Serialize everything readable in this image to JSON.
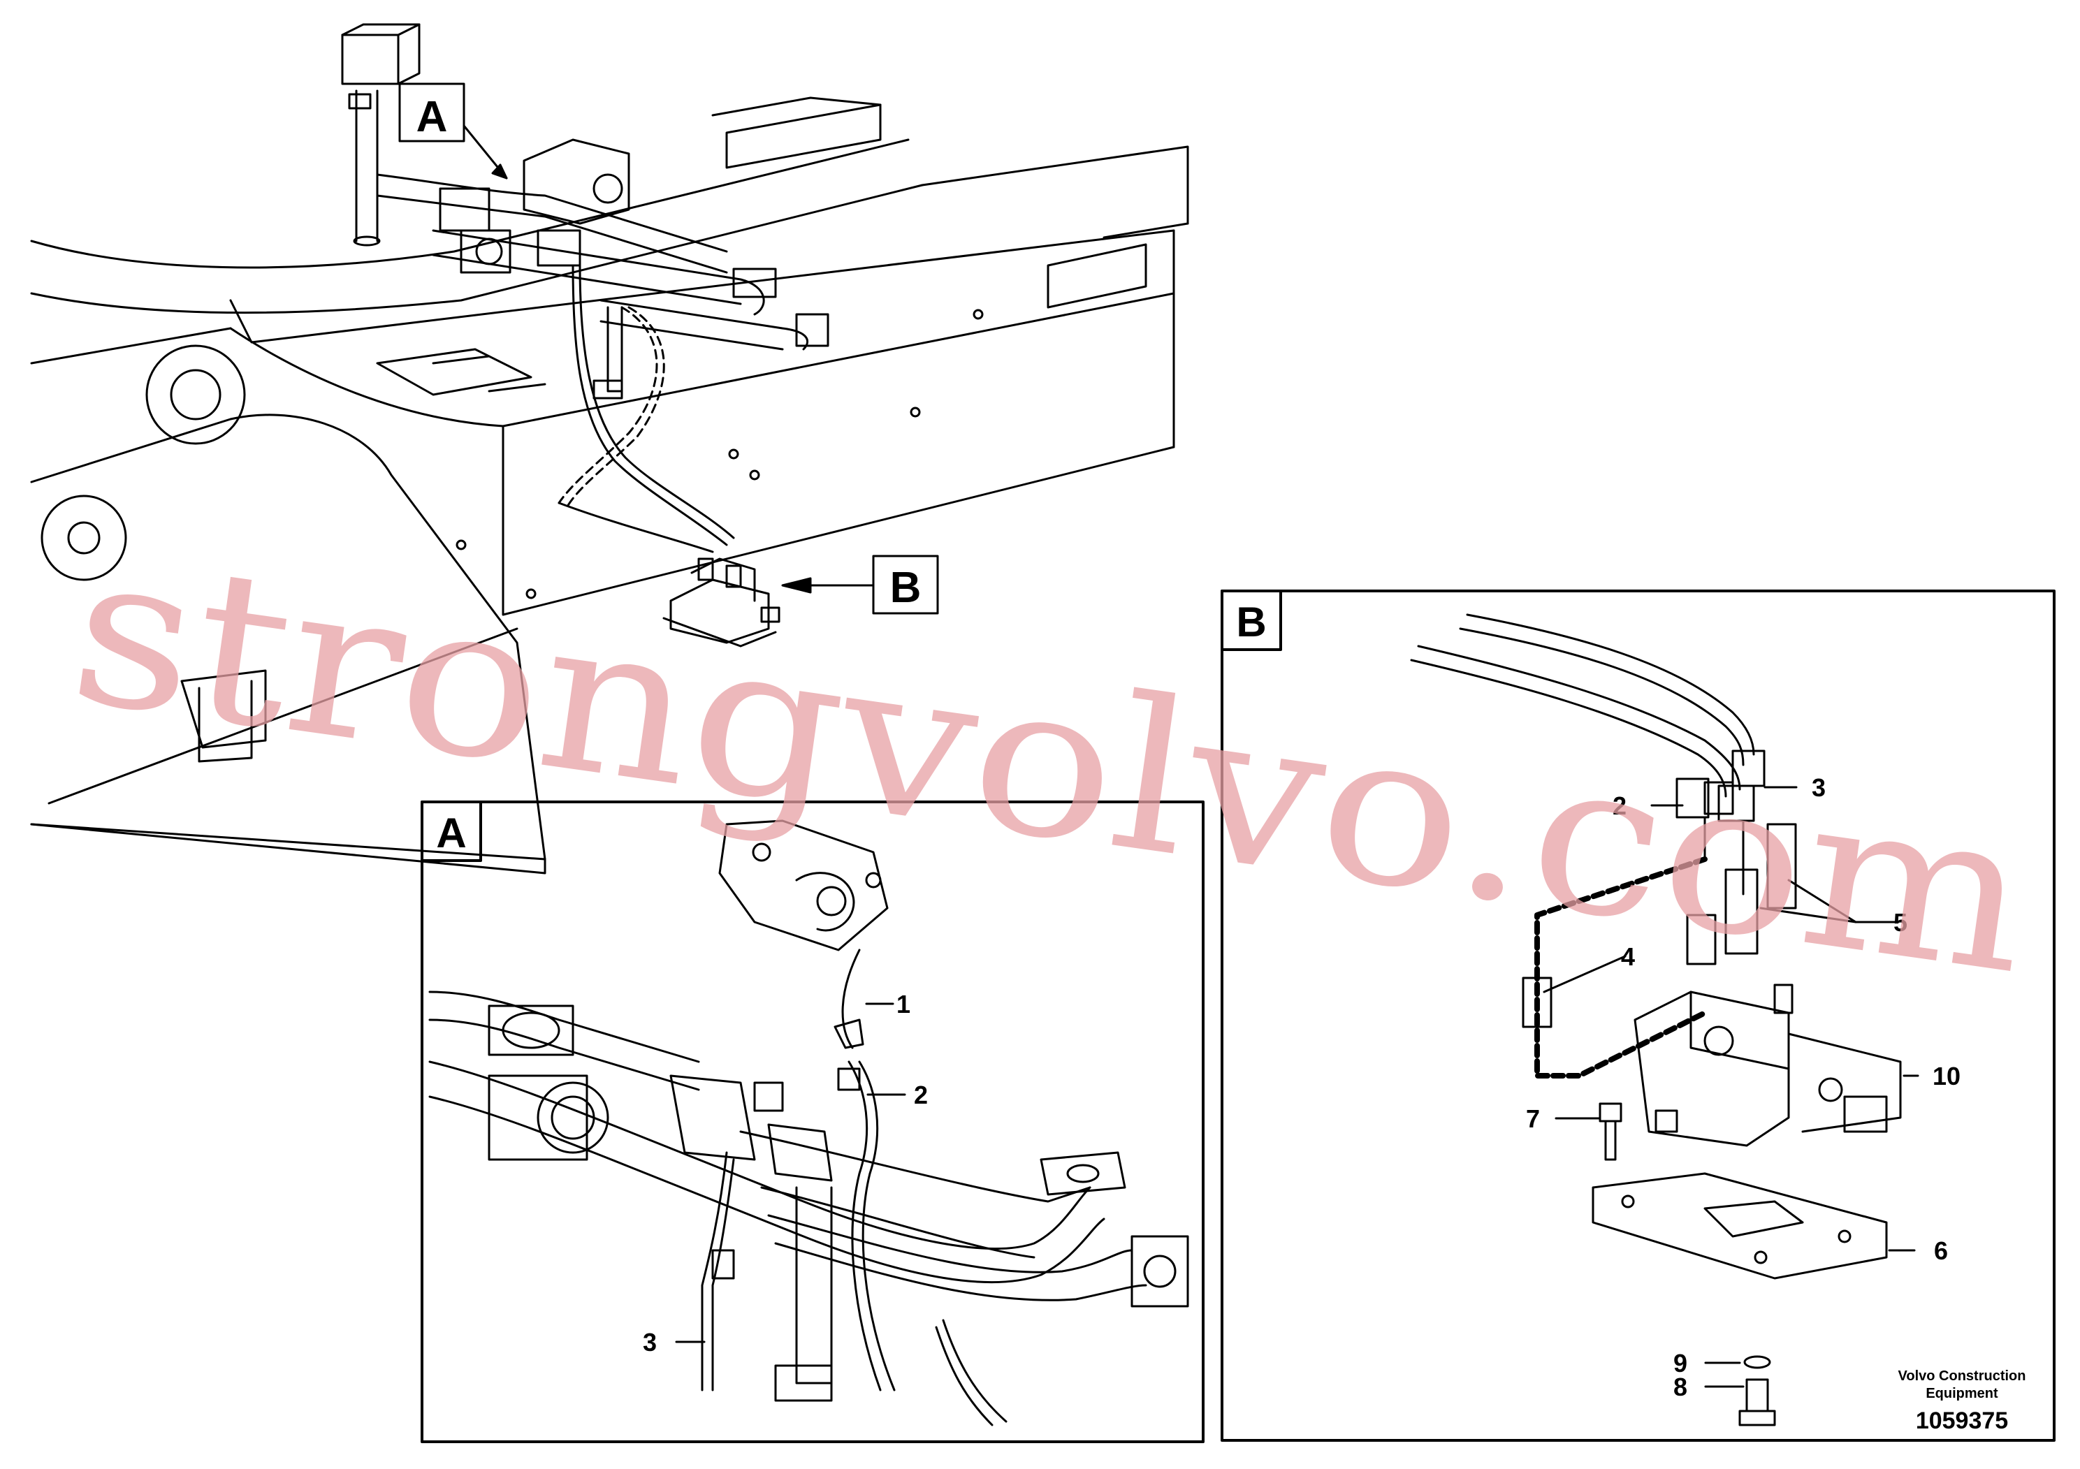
{
  "view_labels": {
    "a": "A",
    "b": "B"
  },
  "panel_a": {
    "label": "A",
    "callouts": [
      "1",
      "2",
      "3"
    ]
  },
  "panel_b": {
    "label": "B",
    "callouts": [
      "2",
      "3",
      "4",
      "5",
      "6",
      "7",
      "8",
      "9",
      "10"
    ]
  },
  "footer": {
    "company_line1": "Volvo Construction",
    "company_line2": "Equipment",
    "drawing_number": "1059375"
  },
  "watermark": "strongvolvo.com",
  "colors": {
    "line": "#000000",
    "watermark": "#e7a0a4",
    "background": "#ffffff"
  }
}
